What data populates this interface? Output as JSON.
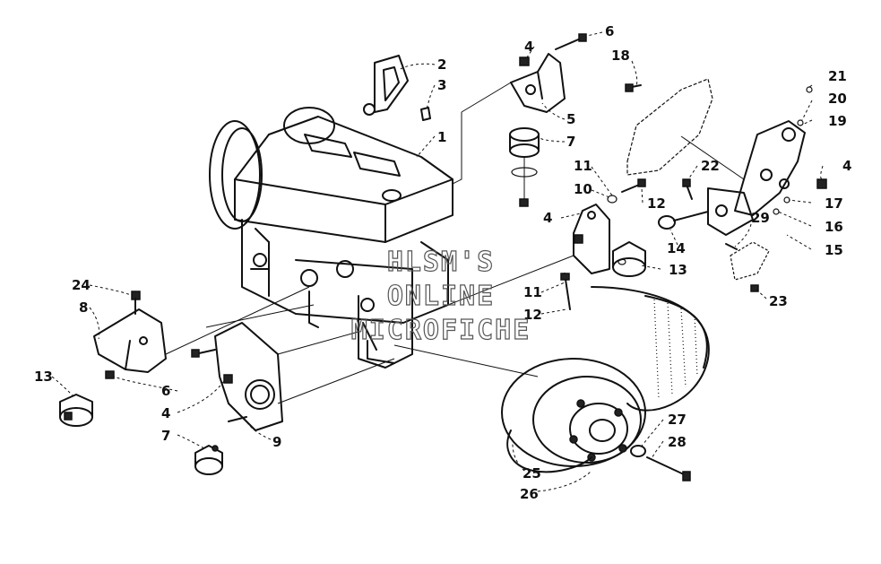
{
  "watermark": {
    "lines": [
      "HLSM'S",
      "ONLINE",
      "MICROFICHE"
    ],
    "color": "#555555"
  },
  "callouts": [
    "1",
    "2",
    "3",
    "4",
    "5",
    "6",
    "7",
    "8",
    "9",
    "10",
    "11",
    "12",
    "13",
    "14",
    "15",
    "16",
    "17",
    "18",
    "19",
    "20",
    "21",
    "22",
    "23",
    "24",
    "25",
    "26",
    "27",
    "28",
    "29"
  ],
  "line_color": "#111111",
  "background": "#ffffff"
}
